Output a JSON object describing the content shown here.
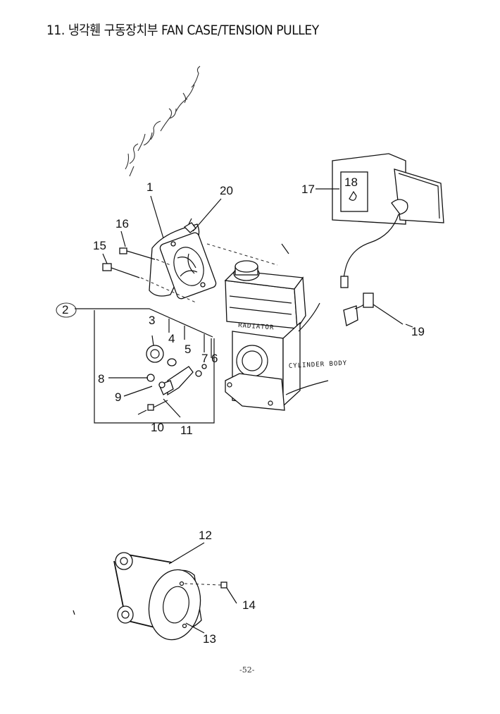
{
  "header": {
    "title": "11. 냉각휀 구동장치부 FAN CASE/TENSION PULLEY"
  },
  "callouts": {
    "c1": "1",
    "c2": "2",
    "c3": "3",
    "c4": "4",
    "c5": "5",
    "c6": "6",
    "c7": "7",
    "c8": "8",
    "c9": "9",
    "c10": "10",
    "c11": "11",
    "c12": "12",
    "c13": "13",
    "c14": "14",
    "c15": "15",
    "c16": "16",
    "c17": "17",
    "c18": "18",
    "c19": "19",
    "c20": "20"
  },
  "part_labels": {
    "radiator": "RADIATOR",
    "cylinder_body": "CYLINDER BODY"
  },
  "footer": {
    "page_number": "-52-"
  }
}
